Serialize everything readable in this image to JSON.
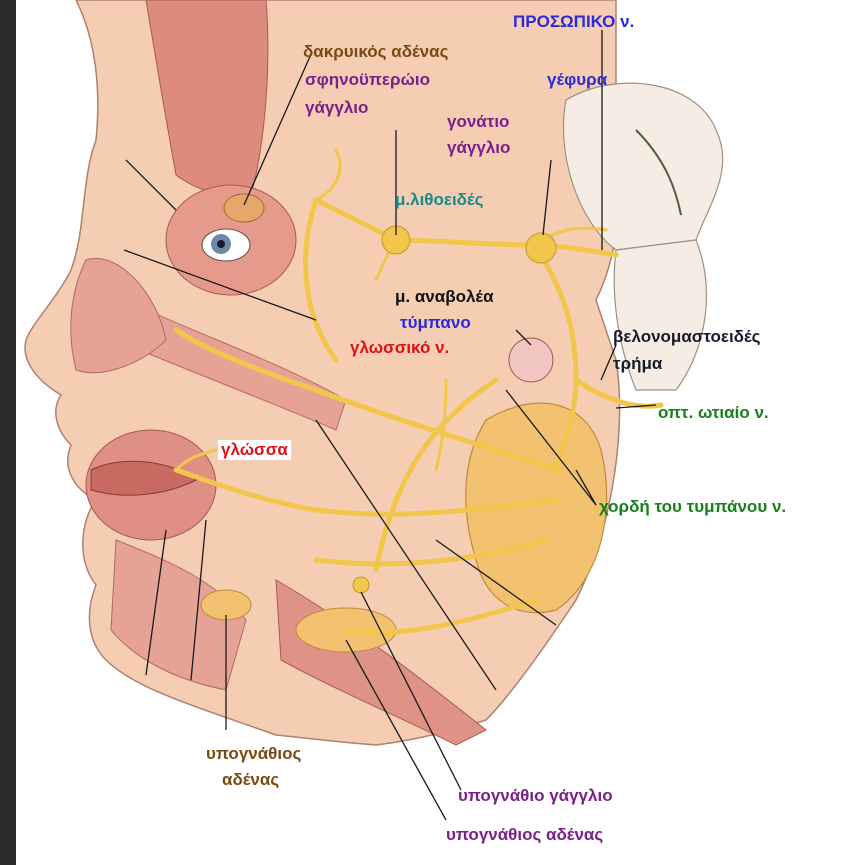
{
  "labels": {
    "lacrimal_gland": "δακρυικός αδένας",
    "pterygopalatine_1": "σφηνοϋπερώιο",
    "pterygopalatine_2": "γάγγλιο",
    "facial_nerve": "ΠΡΟΣΩΠΙΚΟ ν.",
    "pons": "γέφυρα",
    "geniculate_1": "γονάτιο",
    "geniculate_2": "γάγγλιο",
    "petrosal": "μ.λιθοειδές",
    "stapedius": "μ. αναβολέα",
    "tympanum": "τύμπανο",
    "lingual_nerve": "γλωσσικό ν.",
    "stylomastoid_1": "βελονομαστοειδές",
    "stylomastoid_2": "τρήμα",
    "posterior_auricular": "οπτ. ωτιαίο ν.",
    "tongue": "γλώσσα",
    "chorda_tympani": "χορδή του τυμπάνου ν.",
    "submandibular_gland_1": "υπογνάθιος",
    "submandibular_gland_2": "αδένας",
    "submandibular_ganglion": "υπογνάθιο γάγγλιο",
    "submandibular_gland_b": "υπογνάθιος αδένας"
  },
  "colors": {
    "brown": "#7a4a12",
    "purple": "#7b1f8a",
    "blue": "#2a2adb",
    "teal": "#1a8a8a",
    "red": "#e0101a",
    "green": "#17801c",
    "nerve": "#f2c64a",
    "skin": "#f4cdb3",
    "muscle": "#dc8b7e"
  }
}
